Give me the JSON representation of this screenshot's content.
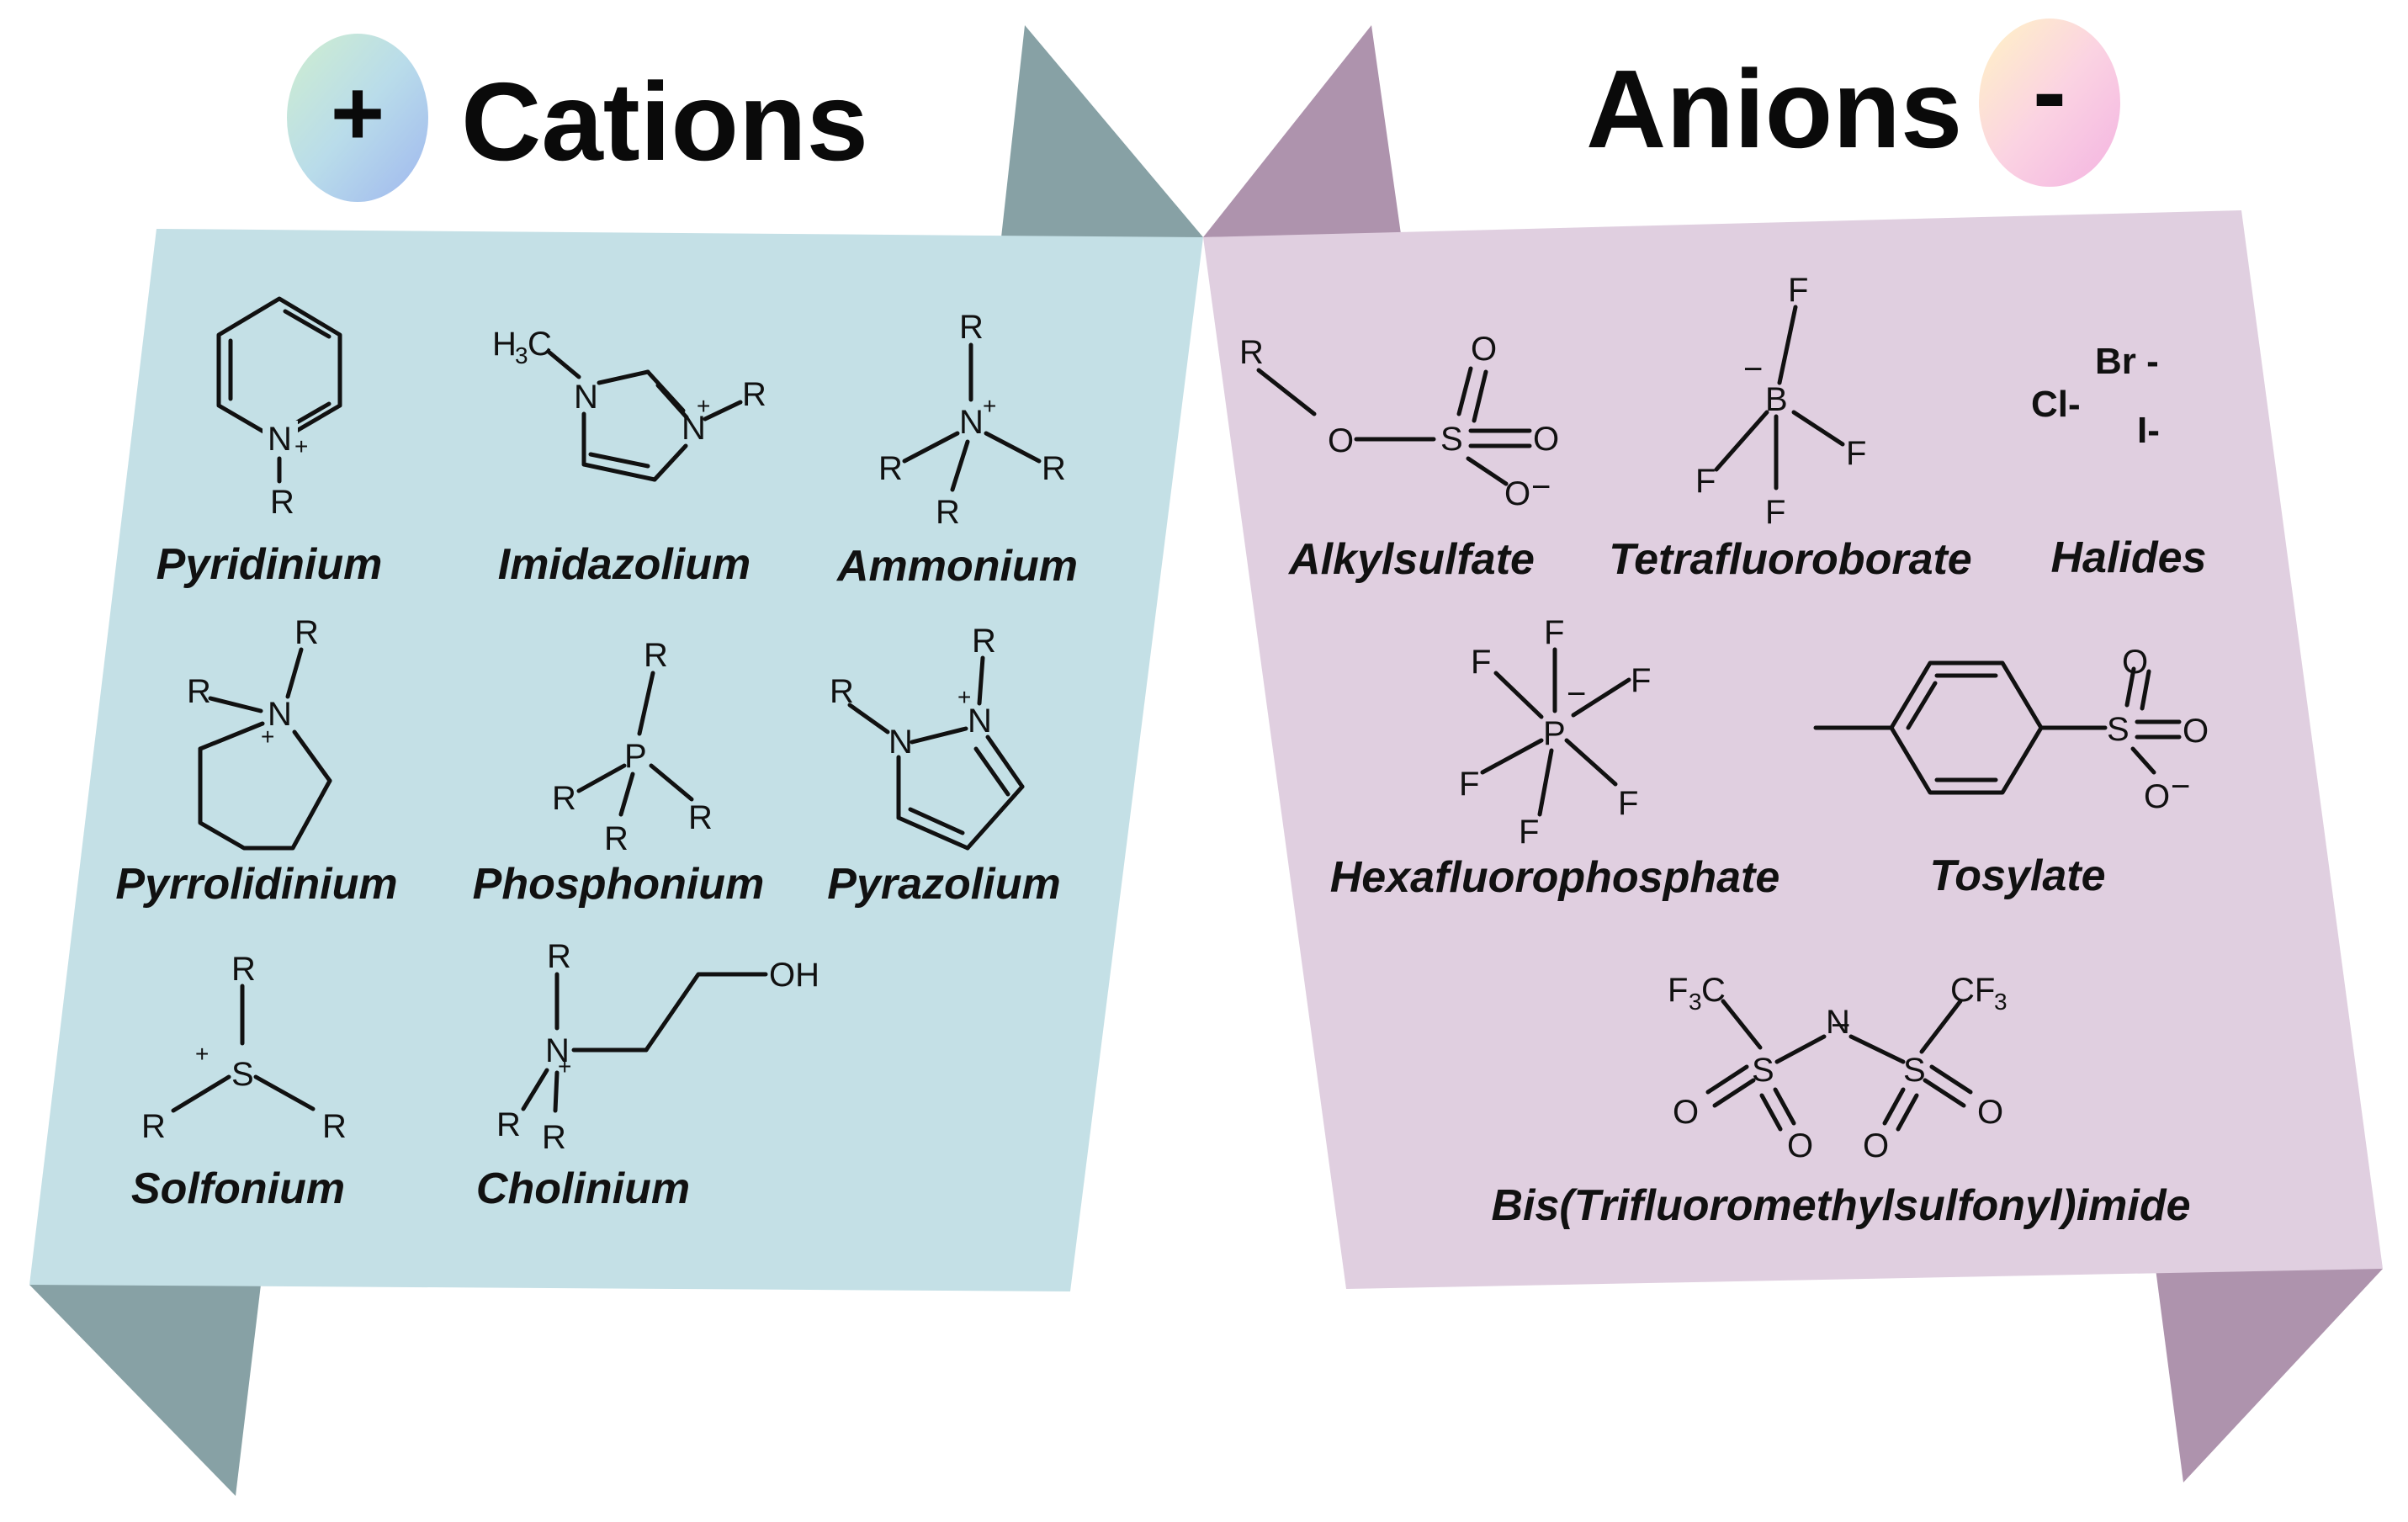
{
  "cations": {
    "title": "Cations",
    "sign": "+",
    "items": {
      "pyridinium": "Pyridinium",
      "imidazolium": "Imidazolium",
      "ammonium": "Ammonium",
      "pyrrolidinium": "Pyrrolidinium",
      "phosphonium": "Phosphonium",
      "pyrazolium": "Pyrazolium",
      "solfonium": "Solfonium",
      "cholinium": "Cholinium"
    }
  },
  "anions": {
    "title": "Anions",
    "sign": "-",
    "items": {
      "alkylsulfate": "Alkylsulfate",
      "tetrafluoroborate": "Tetrafluoroborate",
      "halides": "Halides",
      "hexafluorophosphate": "Hexafluorophosphate",
      "tosylate": "Tosylate",
      "tfsi": "Bis(Trifluoromethylsulfonyl)imide"
    },
    "halide_labels": {
      "br": "Br -",
      "cl": "Cl-",
      "i": "I-"
    }
  },
  "colors": {
    "cation_panel": "#c4e0e6",
    "cation_fold": "#87a1a5",
    "anion_panel": "#e0cfe0",
    "anion_fold": "#ae93ad"
  }
}
